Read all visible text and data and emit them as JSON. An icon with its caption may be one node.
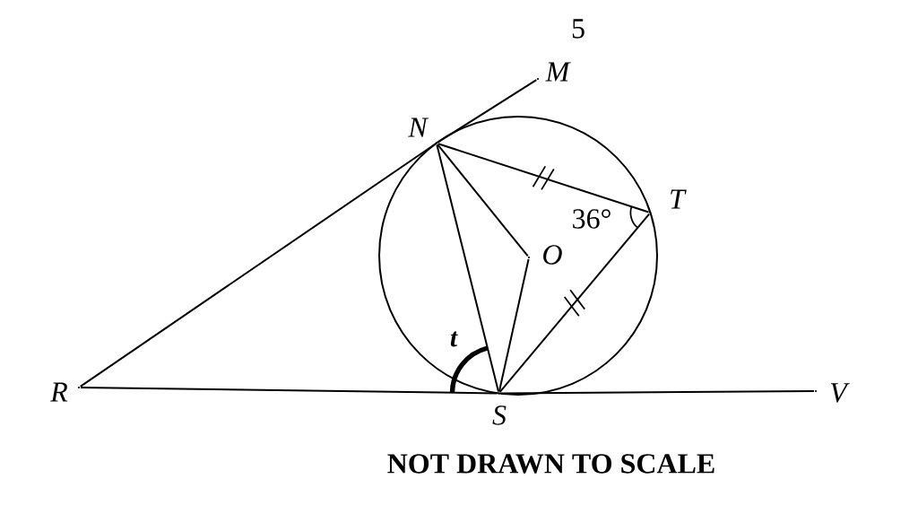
{
  "diagram": {
    "caption": "NOT DRAWN TO SCALE",
    "nodes": [
      {
        "text": [],
        "shape": "point",
        "beside": [
          "M"
        ]
      },
      {
        "text": [],
        "shape": "point",
        "beside": [
          "N"
        ]
      },
      {
        "text": [],
        "shape": "point",
        "beside": [
          "T"
        ]
      },
      {
        "text": [],
        "shape": "point",
        "beside": [
          "O"
        ]
      },
      {
        "text": [],
        "shape": "point",
        "beside": [
          "R"
        ]
      },
      {
        "text": [],
        "shape": "point",
        "beside": [
          "S"
        ]
      },
      {
        "text": [],
        "shape": "point",
        "beside": [
          "V"
        ]
      }
    ],
    "edges": [
      {
        "from": 4,
        "to": 1,
        "arrow": "none"
      },
      {
        "from": 1,
        "to": 0,
        "arrow": "none"
      },
      {
        "from": 1,
        "to": 2,
        "arrow": "none"
      },
      {
        "from": 1,
        "to": 3,
        "arrow": "none"
      },
      {
        "from": 1,
        "to": 5,
        "arrow": "none"
      },
      {
        "from": 3,
        "to": 5,
        "arrow": "none"
      },
      {
        "from": 2,
        "to": 5,
        "arrow": "none"
      },
      {
        "from": 4,
        "to": 5,
        "arrow": "none"
      },
      {
        "from": 5,
        "to": 6,
        "arrow": "none"
      }
    ],
    "labels": [
      "5",
      "36°",
      "t"
    ]
  }
}
